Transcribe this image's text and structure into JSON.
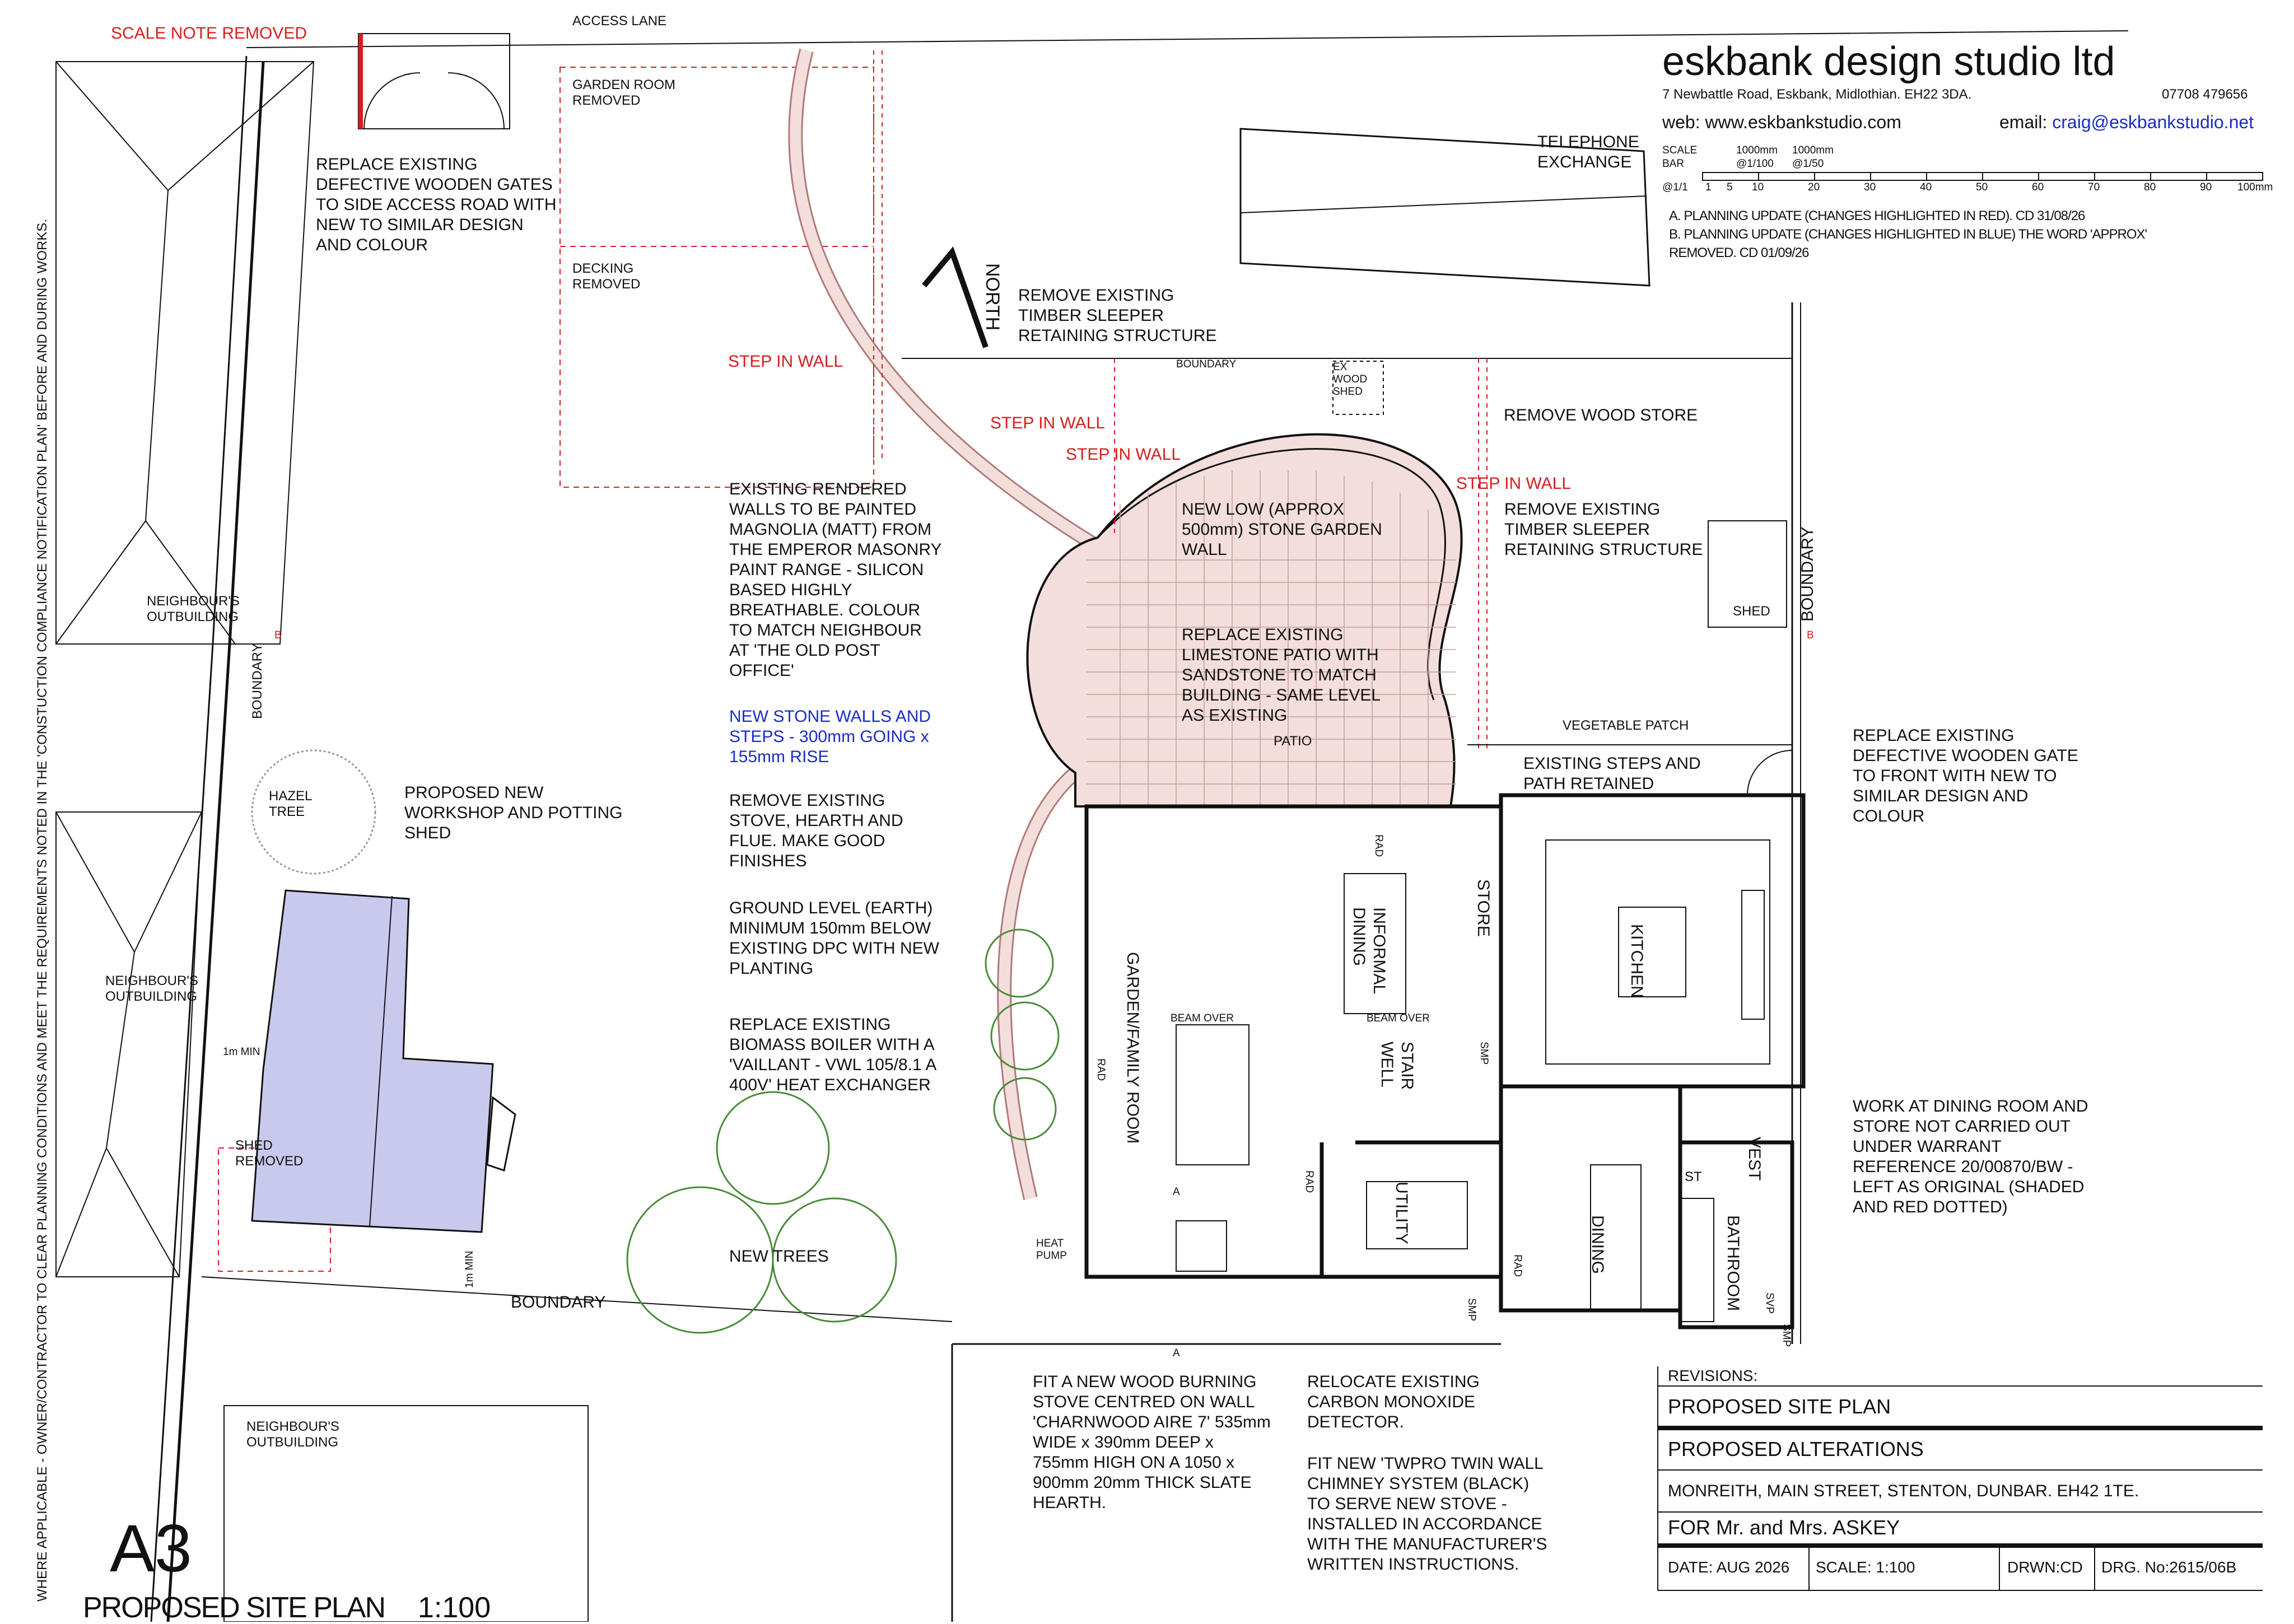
{
  "company": {
    "name": "eskbank design studio ltd",
    "address": "7 Newbattle Road, Eskbank, Midlothian. EH22 3DA.",
    "phone": "07708 479656",
    "web": "web: www.eskbankstudio.com",
    "email_label": "email: ",
    "email": "craig@eskbankstudio.net"
  },
  "scale_bar": {
    "scale": "SCALE",
    "bar": "BAR",
    "unit1": "1000mm",
    "unit2": "1000mm",
    "at100": "@1/100",
    "at50": "@1/50",
    "at1": "@1/1",
    "ticks": [
      "1",
      "5",
      "10",
      "20",
      "30",
      "40",
      "50",
      "60",
      "70",
      "80",
      "90",
      "100mm"
    ]
  },
  "revisions_notes": {
    "a": "A. PLANNING UPDATE (CHANGES HIGHLIGHTED IN RED). CD 31/08/26",
    "b": "B. PLANNING UPDATE (CHANGES HIGHLIGHTED IN BLUE) THE WORD 'APPROX'",
    "b2": "REMOVED. CD 01/09/26"
  },
  "side_note": "WHERE APPLICABLE - OWNER/CONTRACTOR TO CLEAR PLANNING CONDITIONS AND MEET THE REQUIREMENTS NOTED IN THE 'CONSTUCTION COMPLIANCE NOTIFICATION PLAN' BEFORE AND DURING WORKS.",
  "labels": {
    "scale_note_removed": "SCALE NOTE REMOVED",
    "access_lane": "ACCESS LANE",
    "garden_room_removed": "GARDEN ROOM\nREMOVED",
    "decking_removed": "DECKING\nREMOVED",
    "replace_gates": "REPLACE EXISTING\nDEFECTIVE WOODEN GATES\nTO SIDE ACCESS ROAD WITH\nNEW TO SIMILAR DESIGN\nAND COLOUR",
    "telephone_exchange": "TELEPHONE\nEXCHANGE",
    "north": "NORTH",
    "remove_sleeper_top": "REMOVE EXISTING\nTIMBER SLEEPER\nRETAINING STRUCTURE",
    "step_in_wall_1": "STEP IN WALL",
    "step_in_wall_2": "STEP IN WALL",
    "step_in_wall_3": "STEP IN WALL",
    "step_in_wall_4": "STEP IN WALL",
    "boundary_top": "BOUNDARY",
    "ex_wood_shed": "EX\nWOOD\nSHED",
    "remove_wood_store": "REMOVE WOOD STORE",
    "rendered_walls": "EXISTING RENDERED\nWALLS TO BE PAINTED\nMAGNOLIA (MATT) FROM\nTHE EMPEROR MASONRY\nPAINT RANGE - SILICON\nBASED HIGHLY\nBREATHABLE. COLOUR\nTO MATCH NEIGHBOUR\nAT 'THE OLD POST\nOFFICE'",
    "new_low_wall": "NEW LOW (APPROX\n500mm) STONE GARDEN\nWALL",
    "remove_sleeper_right": "REMOVE EXISTING\nTIMBER SLEEPER\nRETAINING STRUCTURE",
    "shed_right": "SHED",
    "boundary_right": "BOUNDARY",
    "neighbour_outbuilding_1": "NEIGHBOUR'S\nOUTBUILDING",
    "boundary_left": "BOUNDARY",
    "replace_patio": "REPLACE EXISTING\nLIMESTONE PATIO WITH\nSANDSTONE TO MATCH\nBUILDING - SAME LEVEL\nAS EXISTING",
    "patio": "PATIO",
    "new_stone_walls": "NEW STONE WALLS AND\nSTEPS - 300mm GOING x\n155mm RISE",
    "vegetable_patch": "VEGETABLE PATCH",
    "existing_steps": "EXISTING STEPS AND\nPATH RETAINED",
    "replace_front_gate": "REPLACE EXISTING\nDEFECTIVE WOODEN GATE\nTO FRONT WITH NEW TO\nSIMILAR DESIGN AND\nCOLOUR",
    "hazel_tree": "HAZEL\nTREE",
    "proposed_shed": "PROPOSED NEW\nWORKSHOP AND POTTING\nSHED",
    "remove_stove": "REMOVE EXISTING\nSTOVE, HEARTH AND\nFLUE. MAKE GOOD\nFINISHES",
    "ground_level": "GROUND LEVEL (EARTH)\nMINIMUM 150mm BELOW\nEXISTING DPC WITH NEW\nPLANTING",
    "neighbour_outbuilding_2": "NEIGHBOUR'S\nOUTBUILDING",
    "replace_boiler": "REPLACE EXISTING\nBIOMASS BOILER WITH A\n'VAILLANT - VWL 105/8.1 A\n400V' HEAT EXCHANGER",
    "one_m_min_1": "1m MIN",
    "shed_removed": "SHED\nREMOVED",
    "one_m_min_2": "1m MIN",
    "boundary_bottom": "BOUNDARY",
    "new_trees": "NEW TREES",
    "work_dining": "WORK AT DINING ROOM AND\nSTORE NOT CARRIED OUT\nUNDER WARRANT\nREFERENCE 20/00870/BW -\nLEFT AS ORIGINAL (SHADED\nAND RED DOTTED)",
    "neighbour_outbuilding_3": "NEIGHBOUR'S\nOUTBUILDING",
    "fit_stove": "FIT A NEW WOOD BURNING\nSTOVE CENTRED ON WALL\n'CHARNWOOD AIRE 7' 535mm\nWIDE x 390mm DEEP x\n755mm HIGH ON A 1050 x\n900mm 20mm THICK SLATE\nHEARTH.",
    "relocate_co": "RELOCATE EXISTING\nCARBON MONOXIDE\nDETECTOR.",
    "fit_chimney": "FIT NEW 'TWPRO TWIN WALL\nCHIMNEY SYSTEM (BLACK)\nTO SERVE NEW STOVE -\nINSTALLED IN ACCORDANCE\nWITH THE MANUFACTURER'S\nWRITTEN INSTRUCTIONS.",
    "heat_pump": "HEAT\nPUMP",
    "b_marker_1": "B",
    "b_marker_2": "B",
    "a_marker_1": "A",
    "a_marker_2": "A"
  },
  "rooms": {
    "garden_family": "GARDEN/FAMILY ROOM",
    "informal_dining": "INFORMAL\nDINING",
    "store": "STORE",
    "kitchen": "KITCHEN",
    "stair_well": "STAIR\nWELL",
    "utility": "UTILITY",
    "dining": "DINING",
    "vest": "VEST",
    "bathroom": "BATHROOM",
    "st": "ST",
    "bearing_over_1": "BEAM OVER",
    "bearing_over_2": "BEAM OVER",
    "rad_1": "RAD",
    "rad_2": "RAD",
    "rad_3": "RAD",
    "rad_4": "RAD",
    "smp_1": "SMP",
    "smp_2": "SMP",
    "smp_3": "SMP",
    "svp": "SVP"
  },
  "sheet": {
    "size": "A3",
    "title": "PROPOSED SITE PLAN",
    "scale": "1:100"
  },
  "title_block": {
    "revisions": "REVISIONS:",
    "drawing_title": "PROPOSED SITE PLAN",
    "project": "PROPOSED ALTERATIONS",
    "address": "MONREITH, MAIN STREET, STENTON, DUNBAR. EH42 1TE.",
    "client": "FOR Mr. and Mrs. ASKEY",
    "date": "DATE:  AUG 2026",
    "scale": "SCALE:  1:100",
    "drawn": "DRWN:CD",
    "drawing_no": "DRG. No:2615/06B"
  },
  "colors": {
    "line": "#111111",
    "red": "#d61e1e",
    "blue": "#1a2cc7",
    "patio_fill": "#f3dedc",
    "shed_fill": "#c9c9ee",
    "tree": "#4a8a3a"
  }
}
